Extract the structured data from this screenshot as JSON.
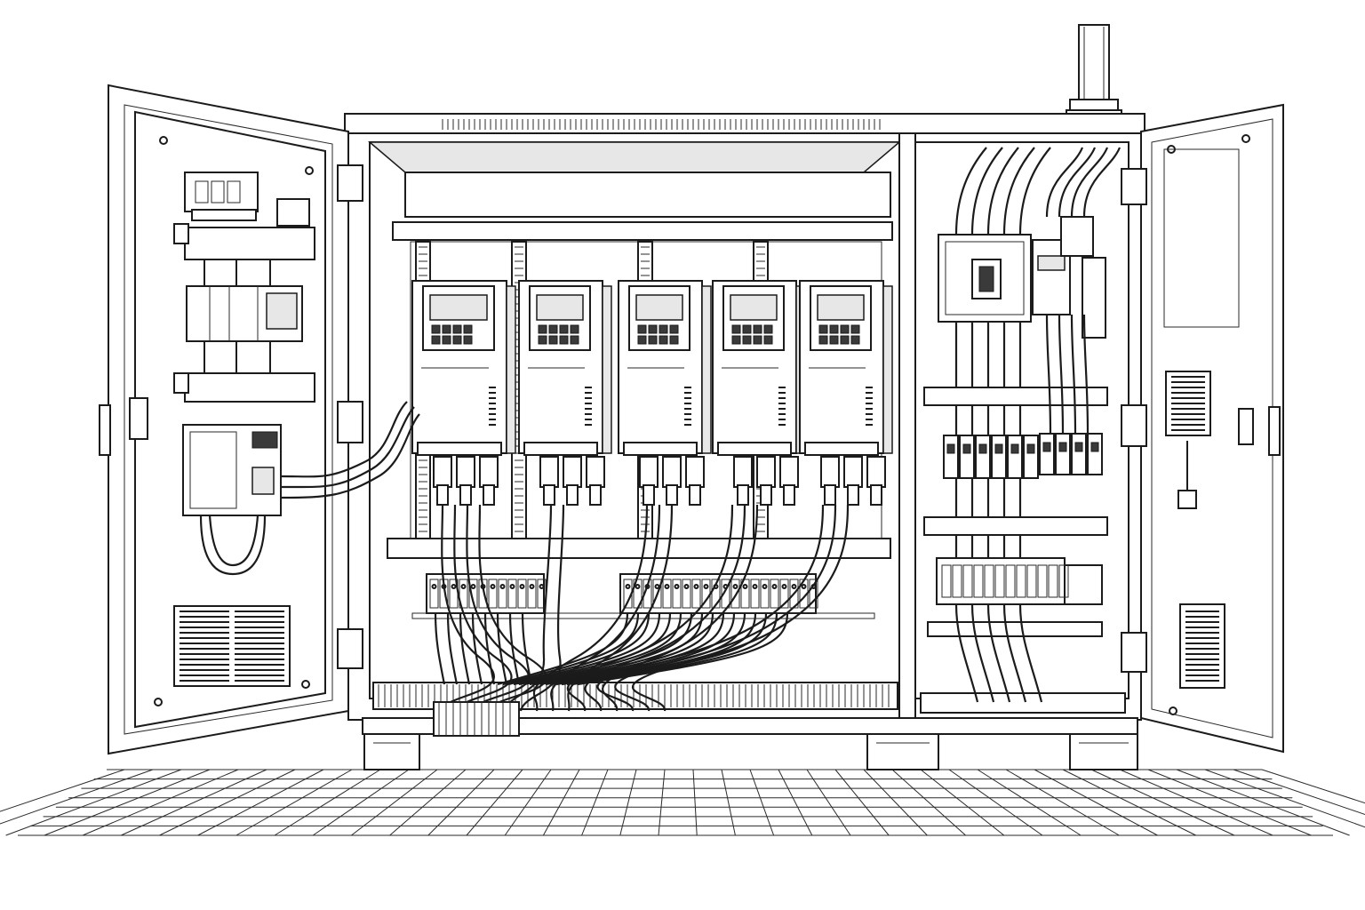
{
  "scene": {
    "subject": "open-electrical-control-cabinet",
    "left_door": {
      "ventilation_grille": true,
      "mounted_modules": 3
    },
    "center_bay": {
      "drive_units": 5,
      "terminal_block_rows": 2
    },
    "right_bay": {
      "breaker_rows": 3,
      "disconnect_switch": true
    },
    "right_door": {
      "ventilation_grilles": 2,
      "document_pocket": true
    },
    "conduit_on_roof": true,
    "floor": "tiled"
  },
  "colors": {
    "ink": "#1b1b1b",
    "paper": "#ffffff",
    "shade": "#e7e7e7"
  }
}
